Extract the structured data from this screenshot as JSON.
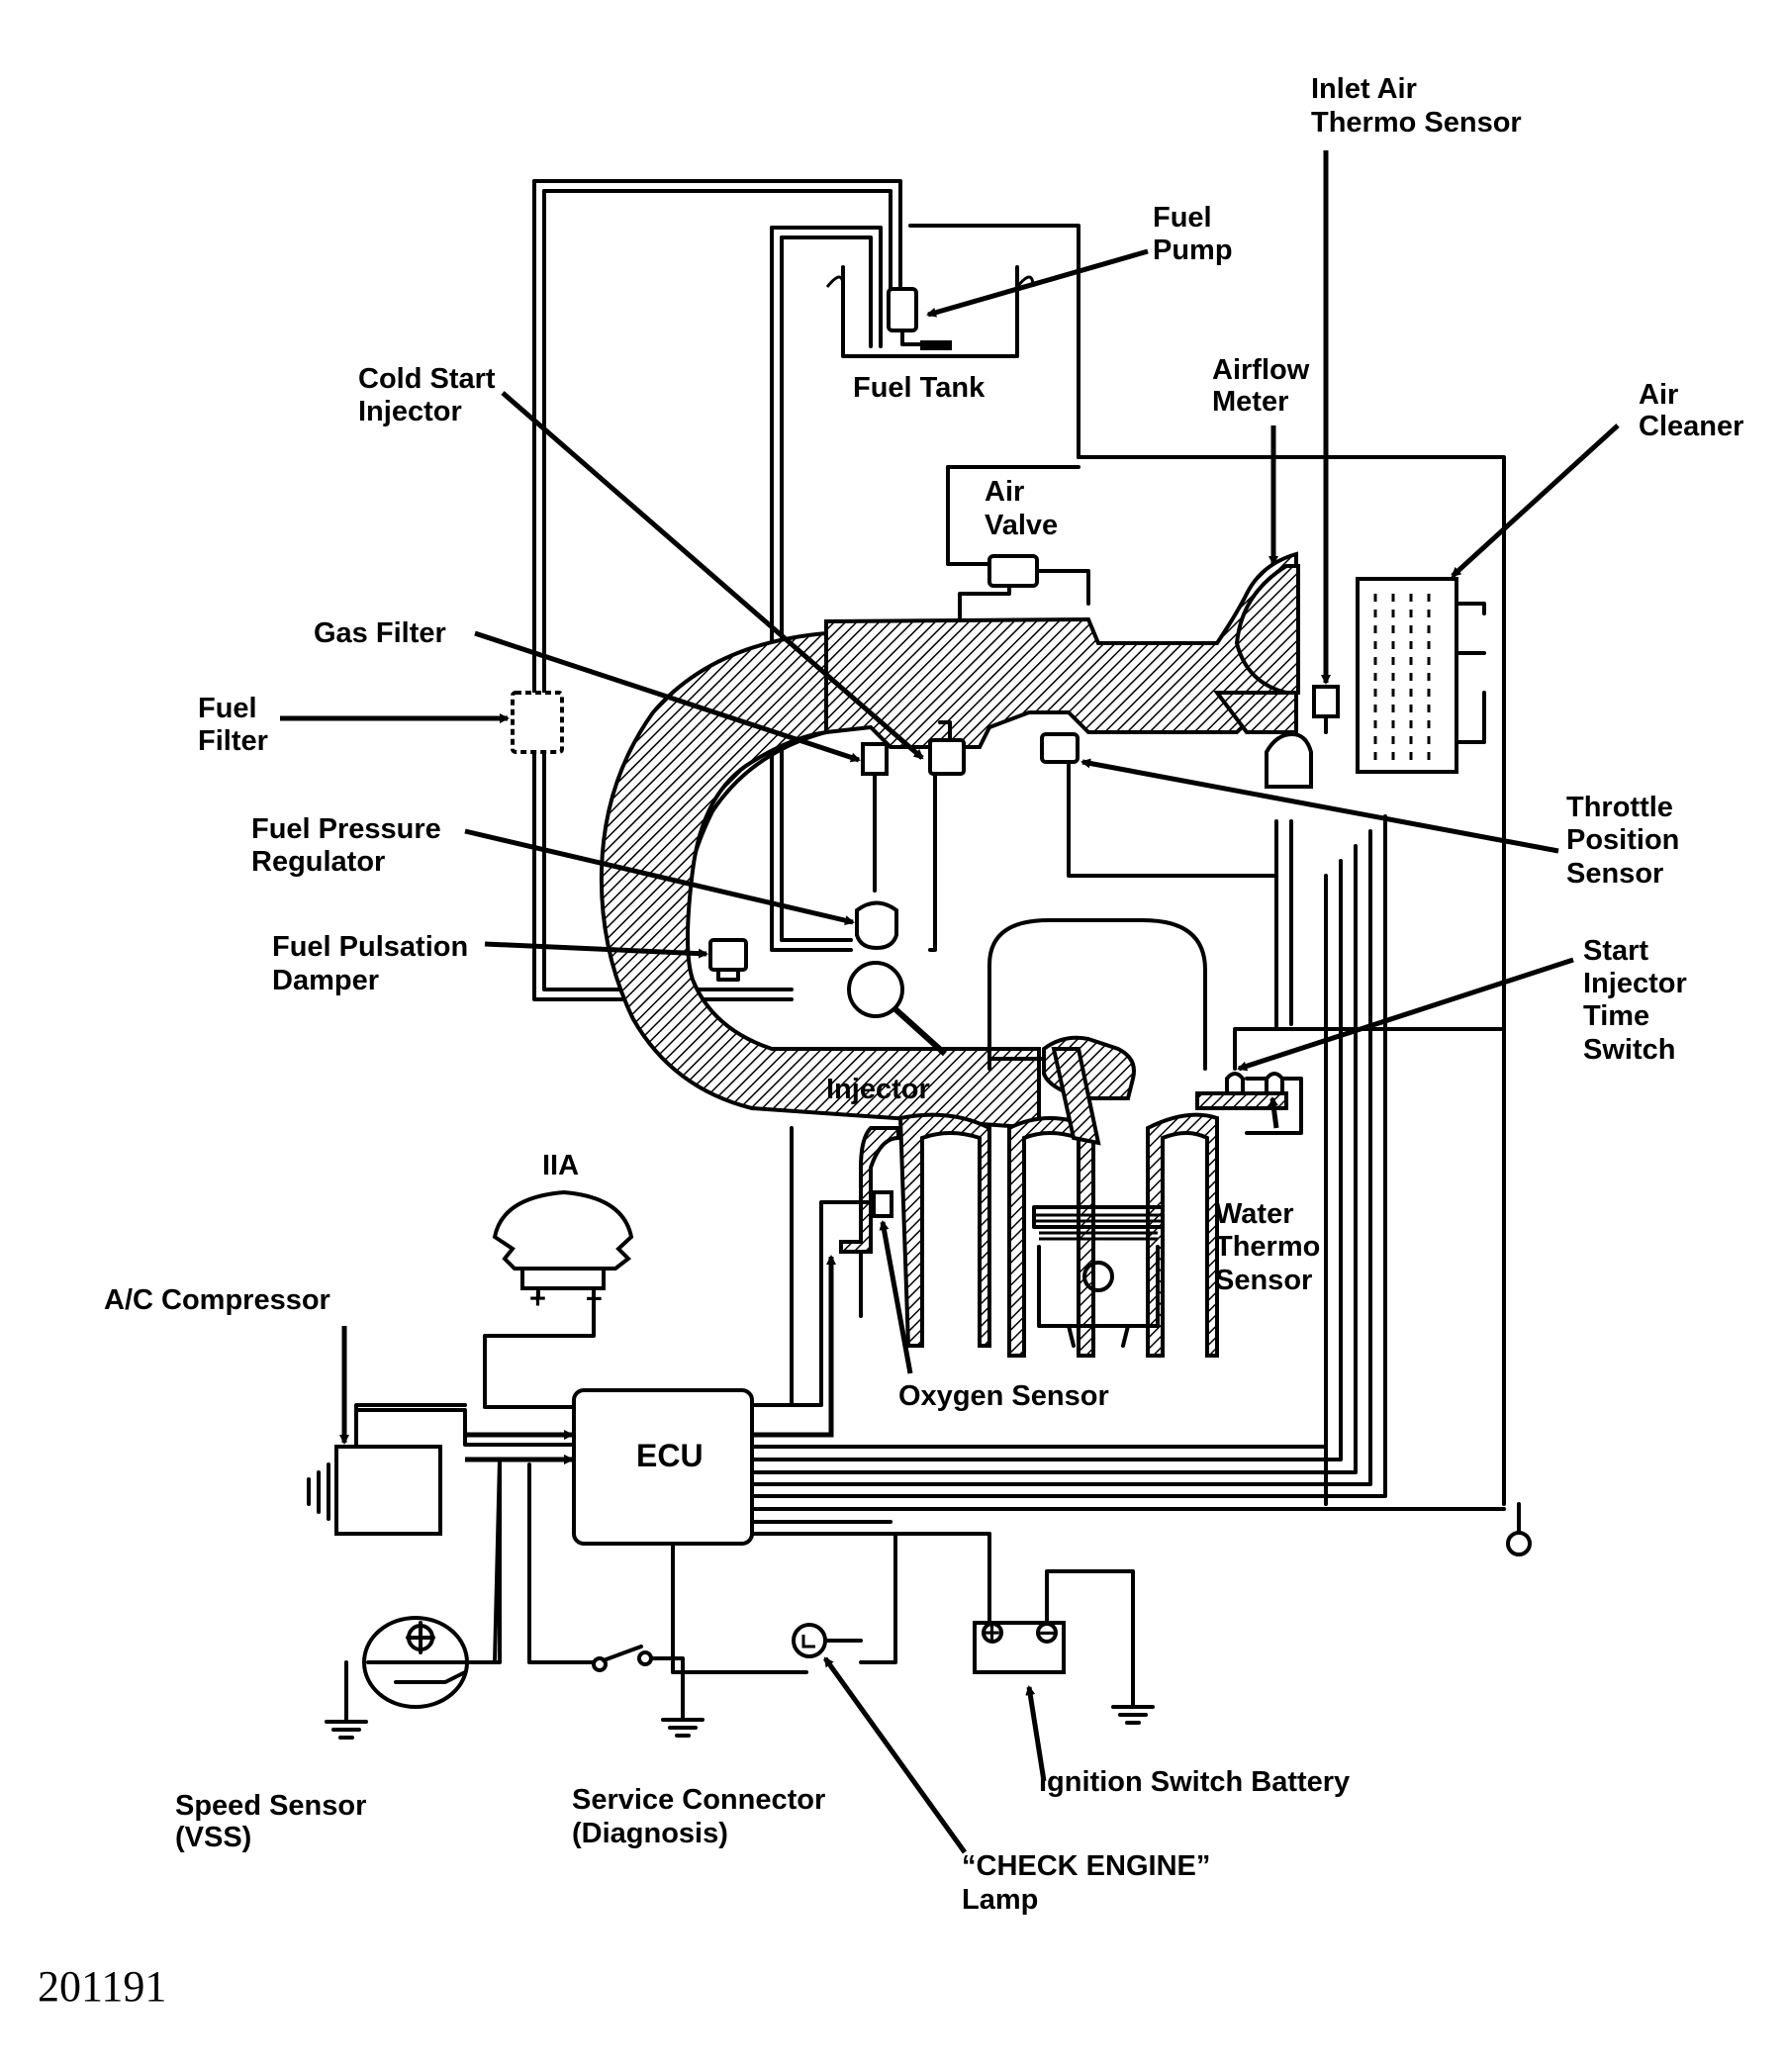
{
  "diagram": {
    "labels": {
      "inlet_air_thermo_sensor": [
        "Inlet Air",
        "Thermo Sensor"
      ],
      "fuel_pump": [
        "Fuel",
        "Pump"
      ],
      "fuel_tank": "Fuel Tank",
      "cold_start_injector": [
        "Cold Start",
        "Injector"
      ],
      "airflow_meter": [
        "Airflow",
        "Meter"
      ],
      "air_cleaner": [
        "Air",
        "Cleaner"
      ],
      "air_valve": [
        "Air",
        "Valve"
      ],
      "gas_filter": "Gas Filter",
      "fuel_filter": [
        "Fuel",
        "Filter"
      ],
      "throttle_position_sensor": [
        "Throttle",
        "Position",
        "Sensor"
      ],
      "fuel_pressure_regulator": [
        "Fuel Pressure",
        "Regulator"
      ],
      "fuel_pulsation_damper": [
        "Fuel Pulsation",
        "Damper"
      ],
      "start_injector_time_switch": [
        "Start",
        "Injector",
        "Time",
        "Switch"
      ],
      "injector": "Injector",
      "iia": "IIA",
      "water_thermo_sensor": [
        "Water",
        "Thermo",
        "Sensor"
      ],
      "ac_compressor": "A/C Compressor",
      "oxygen_sensor": "Oxygen Sensor",
      "ecu": "ECU",
      "speed_sensor": [
        "Speed Sensor",
        "(VSS)"
      ],
      "service_connector": [
        "Service Connector",
        "(Diagnosis)"
      ],
      "ignition_switch_battery": "Ignition Switch Battery",
      "check_engine_lamp": [
        "“CHECK ENGINE”",
        "Lamp"
      ]
    },
    "figure_number": "201191"
  }
}
